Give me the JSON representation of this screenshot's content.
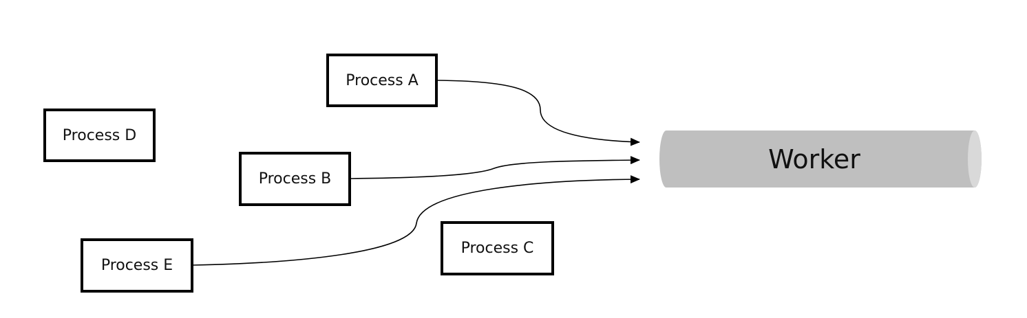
{
  "processes": {
    "a": "Process A",
    "b": "Process B",
    "c": "Process C",
    "d": "Process D",
    "e": "Process E"
  },
  "worker": {
    "label": "Worker",
    "fill_color": "#bfbfbf",
    "cap_color": "#d9d9d9"
  },
  "edges": [
    {
      "from": "Process A",
      "to": "Worker"
    },
    {
      "from": "Process B",
      "to": "Worker"
    },
    {
      "from": "Process E",
      "to": "Worker"
    }
  ]
}
